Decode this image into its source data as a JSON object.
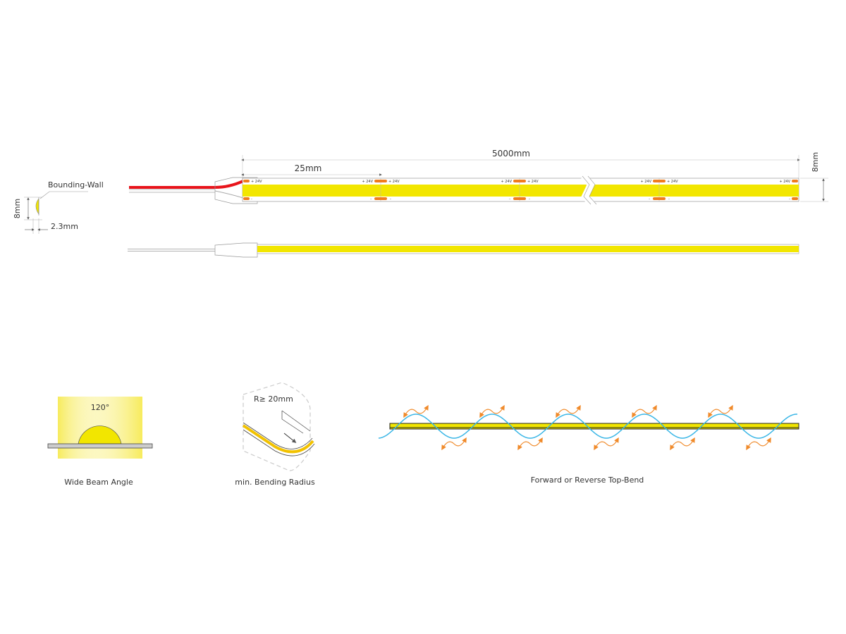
{
  "profile": {
    "label_wall": "Bounding-Wall",
    "height": "8mm",
    "width": "2.3mm"
  },
  "strip": {
    "length": "5000mm",
    "cut_unit": "25mm",
    "width": "8mm",
    "pad_plus": "+ 24V",
    "pad_minus": "-"
  },
  "features": {
    "beam_angle_value": "120°",
    "beam_angle_caption": "Wide Beam Angle",
    "bend_radius_value": "R≥  20mm",
    "bend_radius_caption": "min. Bending Radius",
    "top_bend_caption": "Forward or Reverse Top-Bend"
  },
  "colors": {
    "led": "#f2e600",
    "wire": "#e8141b",
    "pad": "#f07c1e",
    "wave": "#3ab6e6",
    "arrow": "#f08a2a"
  }
}
